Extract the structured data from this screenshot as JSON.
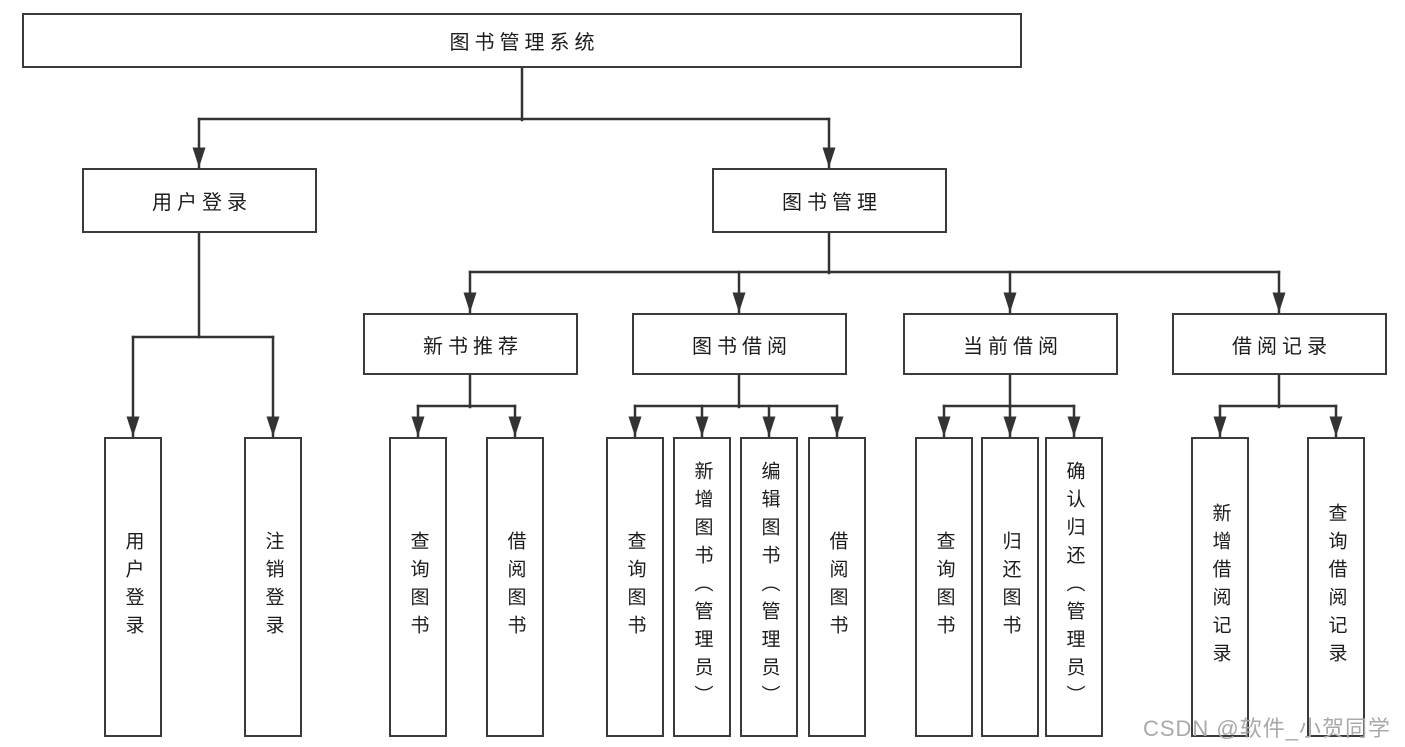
{
  "tree": {
    "label": "图书管理系统",
    "children": [
      {
        "label": "用户登录",
        "children": [
          {
            "label": "用户登录"
          },
          {
            "label": "注销登录"
          }
        ]
      },
      {
        "label": "图书管理",
        "children": [
          {
            "label": "新书推荐",
            "children": [
              {
                "label": "查询图书"
              },
              {
                "label": "借阅图书"
              }
            ]
          },
          {
            "label": "图书借阅",
            "children": [
              {
                "label": "查询图书"
              },
              {
                "label": "新增图书（管理员）"
              },
              {
                "label": "编辑图书（管理员）"
              },
              {
                "label": "借阅图书"
              }
            ]
          },
          {
            "label": "当前借阅",
            "children": [
              {
                "label": "查询图书"
              },
              {
                "label": "归还图书"
              },
              {
                "label": "确认归还（管理员）"
              }
            ]
          },
          {
            "label": "借阅记录",
            "children": [
              {
                "label": "新增借阅记录"
              },
              {
                "label": "查询借阅记录"
              }
            ]
          }
        ]
      }
    ]
  },
  "watermark": {
    "text": "CSDN @软件_小贺同学"
  },
  "colors": {
    "background": "#ffffff",
    "line": "#333333",
    "box_border": "#3b3b3b",
    "text": "#1c1c1c",
    "watermark": "#a9a9a9"
  }
}
